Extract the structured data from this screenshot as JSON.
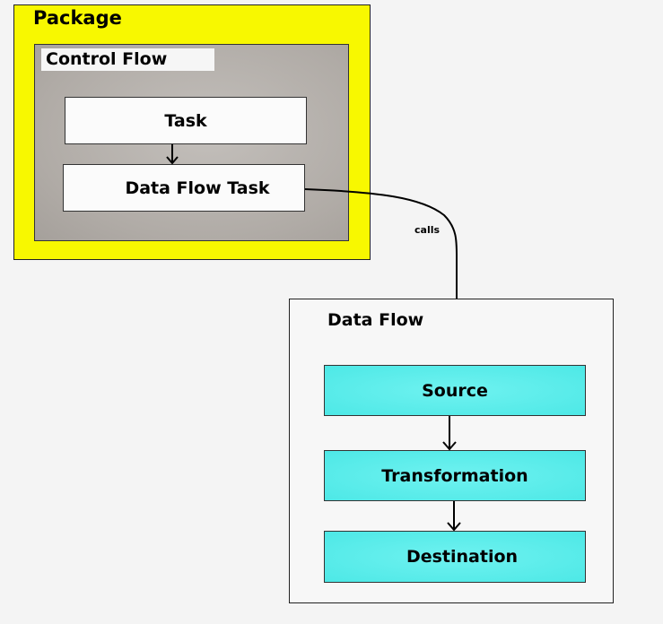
{
  "package": {
    "title": "Package",
    "color": "#f8f800"
  },
  "control_flow": {
    "title": "Control Flow",
    "tasks": [
      {
        "label": "Task"
      },
      {
        "label": "Data Flow Task"
      }
    ]
  },
  "connector": {
    "label": "calls"
  },
  "data_flow": {
    "title": "Data Flow",
    "color": "#4de8e6",
    "components": [
      {
        "label": "Source"
      },
      {
        "label": "Transformation"
      },
      {
        "label": "Destination"
      }
    ]
  }
}
